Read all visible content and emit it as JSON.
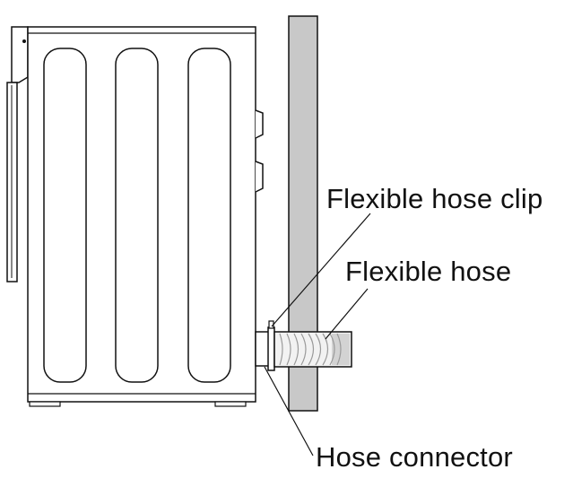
{
  "labels": {
    "flexible_hose_clip": "Flexible hose clip",
    "flexible_hose": "Flexible hose",
    "hose_connector": "Hose connector"
  },
  "colors": {
    "line": "#111111",
    "wall_fill": "#c8c8c8",
    "hose_fill": "#f2f2f2",
    "hose_shading": "#9a9a9a",
    "background": "#ffffff"
  }
}
